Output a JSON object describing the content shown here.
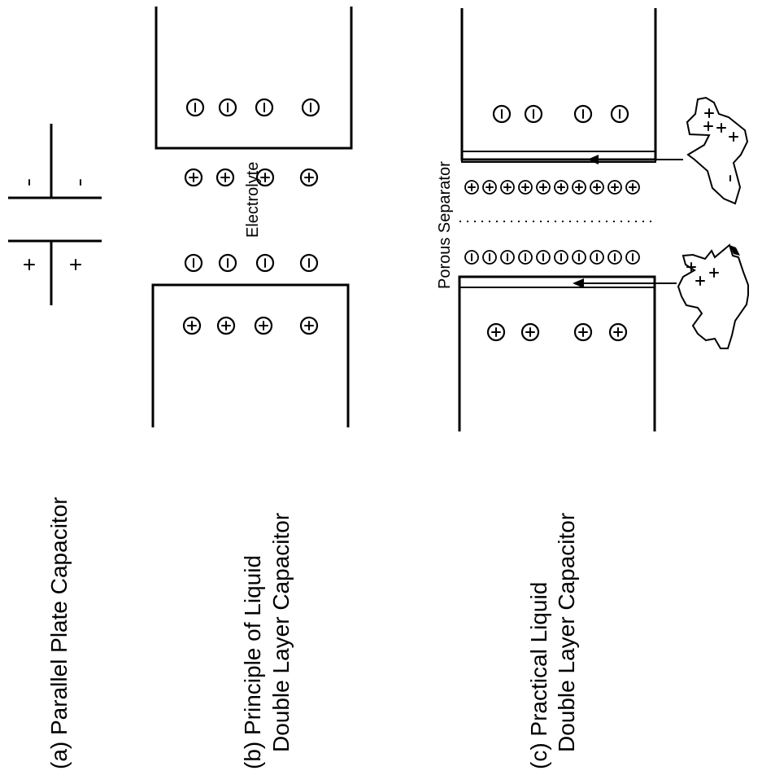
{
  "panels": {
    "a": {
      "caption": "(a) Parallel Plate Capacitor"
    },
    "b": {
      "caption_line1": "(b) Principle of Liquid",
      "caption_line2": "Double Layer Capacitor",
      "electrolyte_label": "Electrolyte"
    },
    "c": {
      "caption_line1": "(c) Practical Liquid",
      "caption_line2": "Double Layer Capacitor",
      "separator_label": "Porous Separator"
    }
  },
  "symbols": {
    "positive": "+",
    "negative": "−"
  },
  "colors": {
    "ink": "#000000",
    "background": "#ffffff"
  }
}
